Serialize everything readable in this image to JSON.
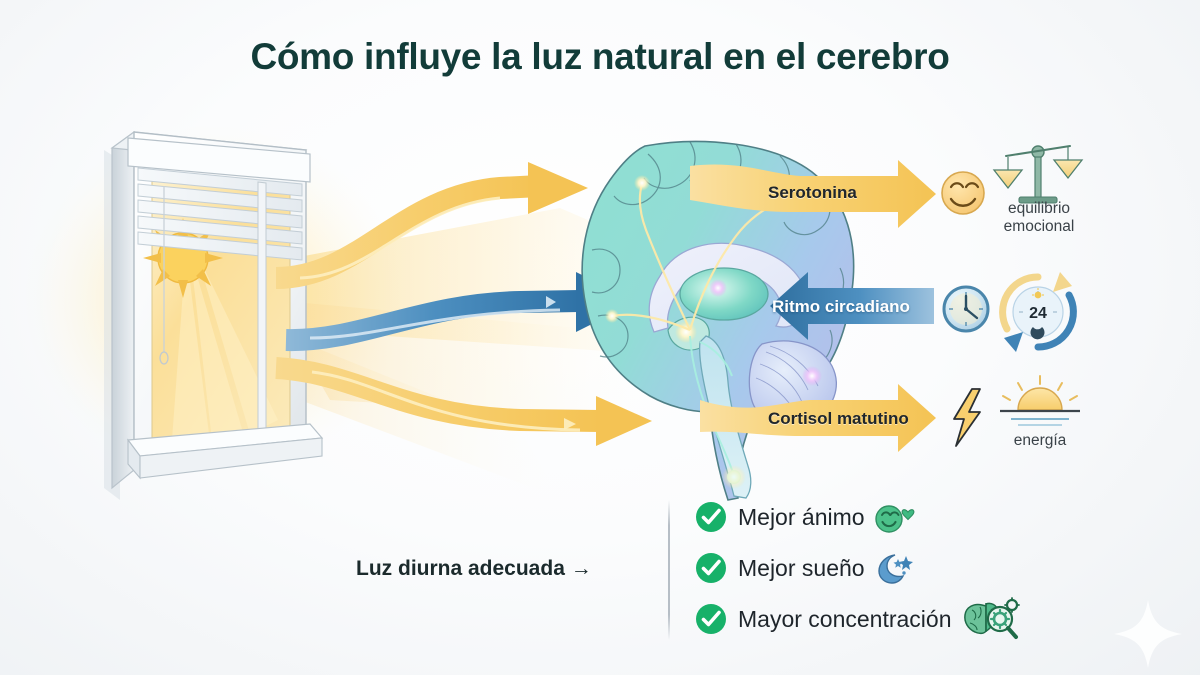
{
  "title": "Cómo influye la luz natural en el cerebro",
  "theme": {
    "background": "#eef1f4",
    "title_color": "#123c39",
    "amber": "#f7cf6b",
    "amber_dark": "#eab94a",
    "blue": "#3d84b8",
    "blue_dark": "#2e6e9e",
    "green_check": "#17b169",
    "brain_teal": "#7fd9cd",
    "brain_blue": "#a9c6ec",
    "text_dark": "#1e252b",
    "caption_gray": "#3a4248"
  },
  "source": {
    "name": "window-with-blinds",
    "sun_icon": "sun-icon",
    "description": "Ventana con persiana y sol"
  },
  "brain": {
    "name": "brain-sagittal-illustration"
  },
  "pathways": [
    {
      "id": "serotonina",
      "label": "Serotonina",
      "arrow_color": "#f7cf6b",
      "label_style": "dark",
      "direction": "right",
      "icon": "smiling-face-icon",
      "outcome_icon": "balance-scale-icon",
      "outcome_caption": "equilibrio\nemocional"
    },
    {
      "id": "ritmo-circadiano",
      "label": "Ritmo circadiano",
      "arrow_color": "#3d84b8",
      "label_style": "light",
      "direction": "left",
      "icon": "clock-icon",
      "outcome_icon": "24h-cycle-icon",
      "outcome_caption": "24"
    },
    {
      "id": "cortisol-matutino",
      "label": "Cortisol matutino",
      "arrow_color": "#f7cf6b",
      "label_style": "dark",
      "direction": "right",
      "icon": "lightning-bolt-icon",
      "outcome_icon": "sunrise-icon",
      "outcome_caption": "energía"
    }
  ],
  "daylight_cue": "Luz diurna adecuada  →",
  "benefits": [
    {
      "label": "Mejor ánimo",
      "check": "check-circle-icon",
      "emoji": "green-smiley-heart-icon"
    },
    {
      "label": "Mejor sueño",
      "check": "check-circle-icon",
      "emoji": "crescent-moon-stars-icon"
    },
    {
      "label": "Mayor concentración",
      "check": "check-circle-icon",
      "emoji": "brain-magnifier-gears-icon"
    }
  ],
  "decoration": {
    "sparkle": "sparkle-icon"
  }
}
